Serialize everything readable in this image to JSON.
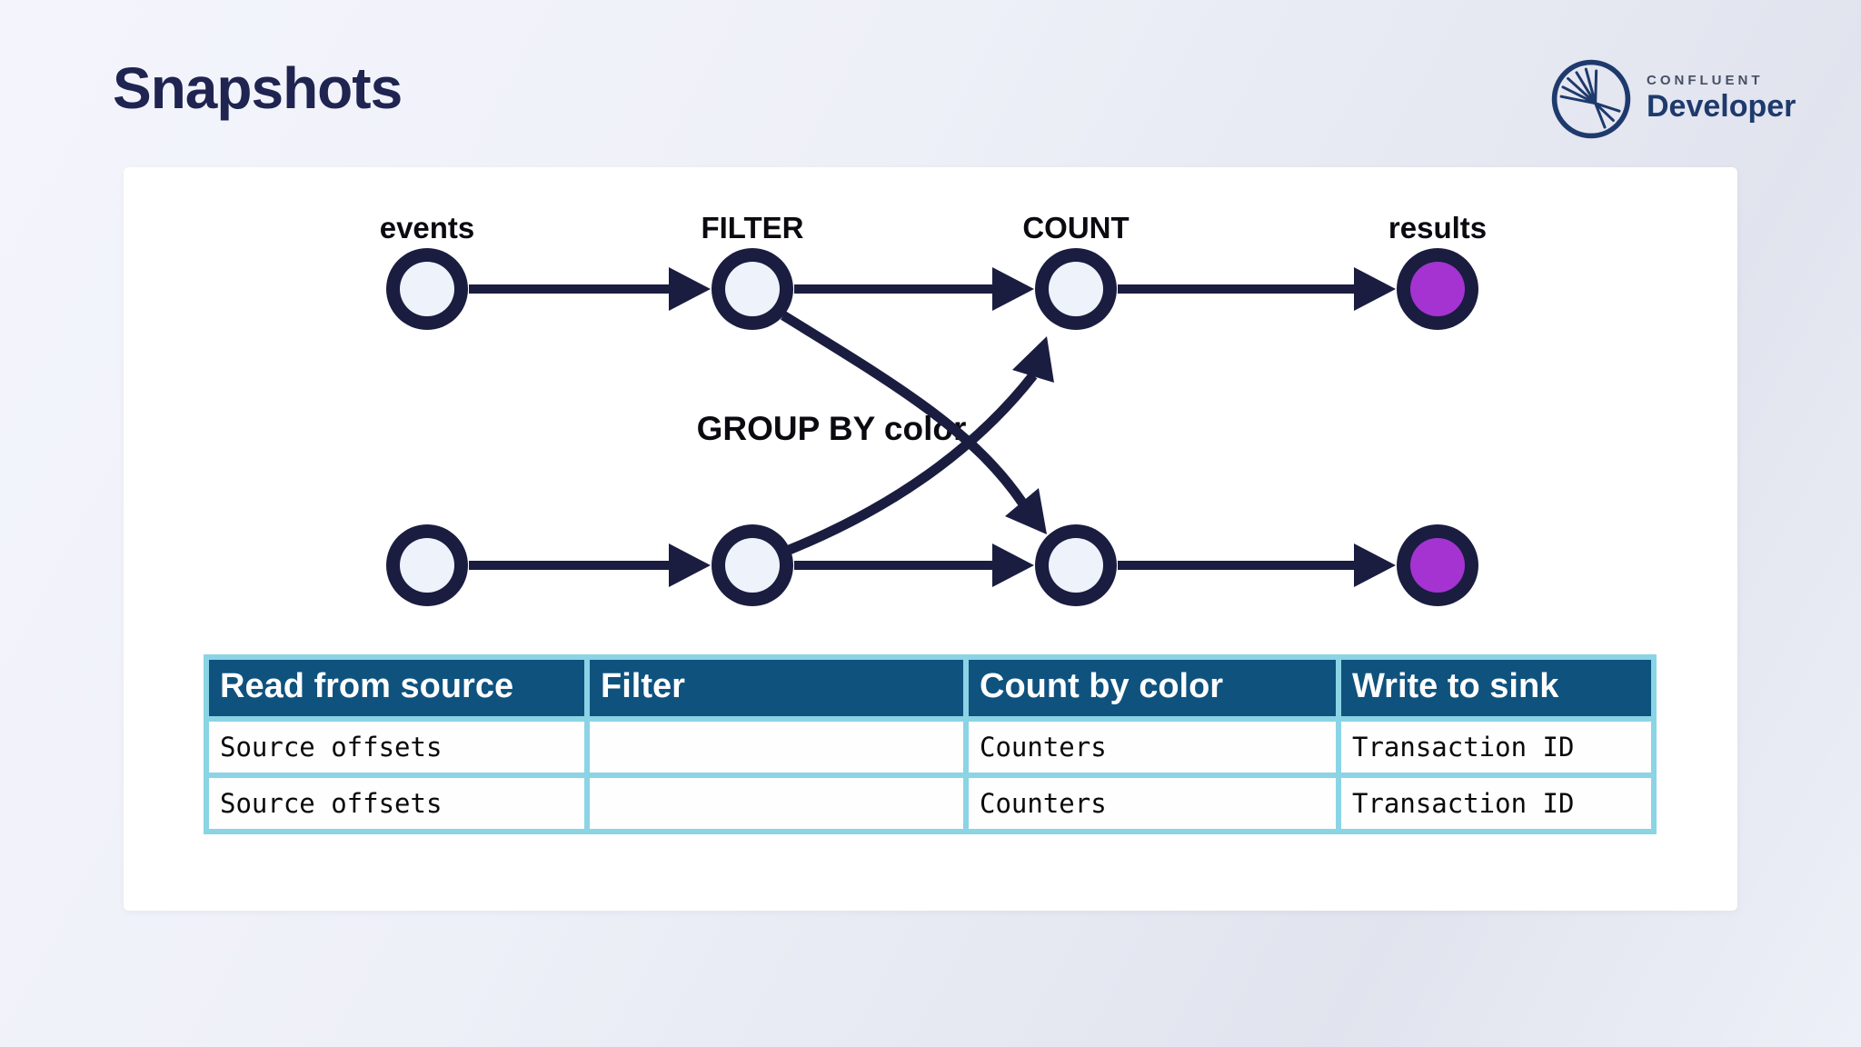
{
  "page": {
    "title": "Snapshots"
  },
  "logo": {
    "brand": "CONFLUENT",
    "product": "Developer",
    "navy": "#1e3a6d"
  },
  "diagram": {
    "group_by_label": "GROUP BY color",
    "node_labels": [
      "events",
      "FILTER",
      "COUNT",
      "results"
    ],
    "colors": {
      "navy": "#1a1d40",
      "node_fill": "#eef2fb",
      "sink_fill": "#a433d1",
      "label_text": "#0a0a10"
    }
  },
  "table": {
    "headers": [
      "Read from source",
      "Filter",
      "Count by color",
      "Write to sink"
    ],
    "rows": [
      [
        "Source offsets",
        "",
        "Counters",
        "Transaction ID"
      ],
      [
        "Source offsets",
        "",
        "Counters",
        "Transaction ID"
      ]
    ],
    "colors": {
      "header_bg": "#0f527e",
      "grid": "#8ad4e5",
      "header_text": "#ffffff",
      "cell_text": "#0a0a0a"
    }
  }
}
